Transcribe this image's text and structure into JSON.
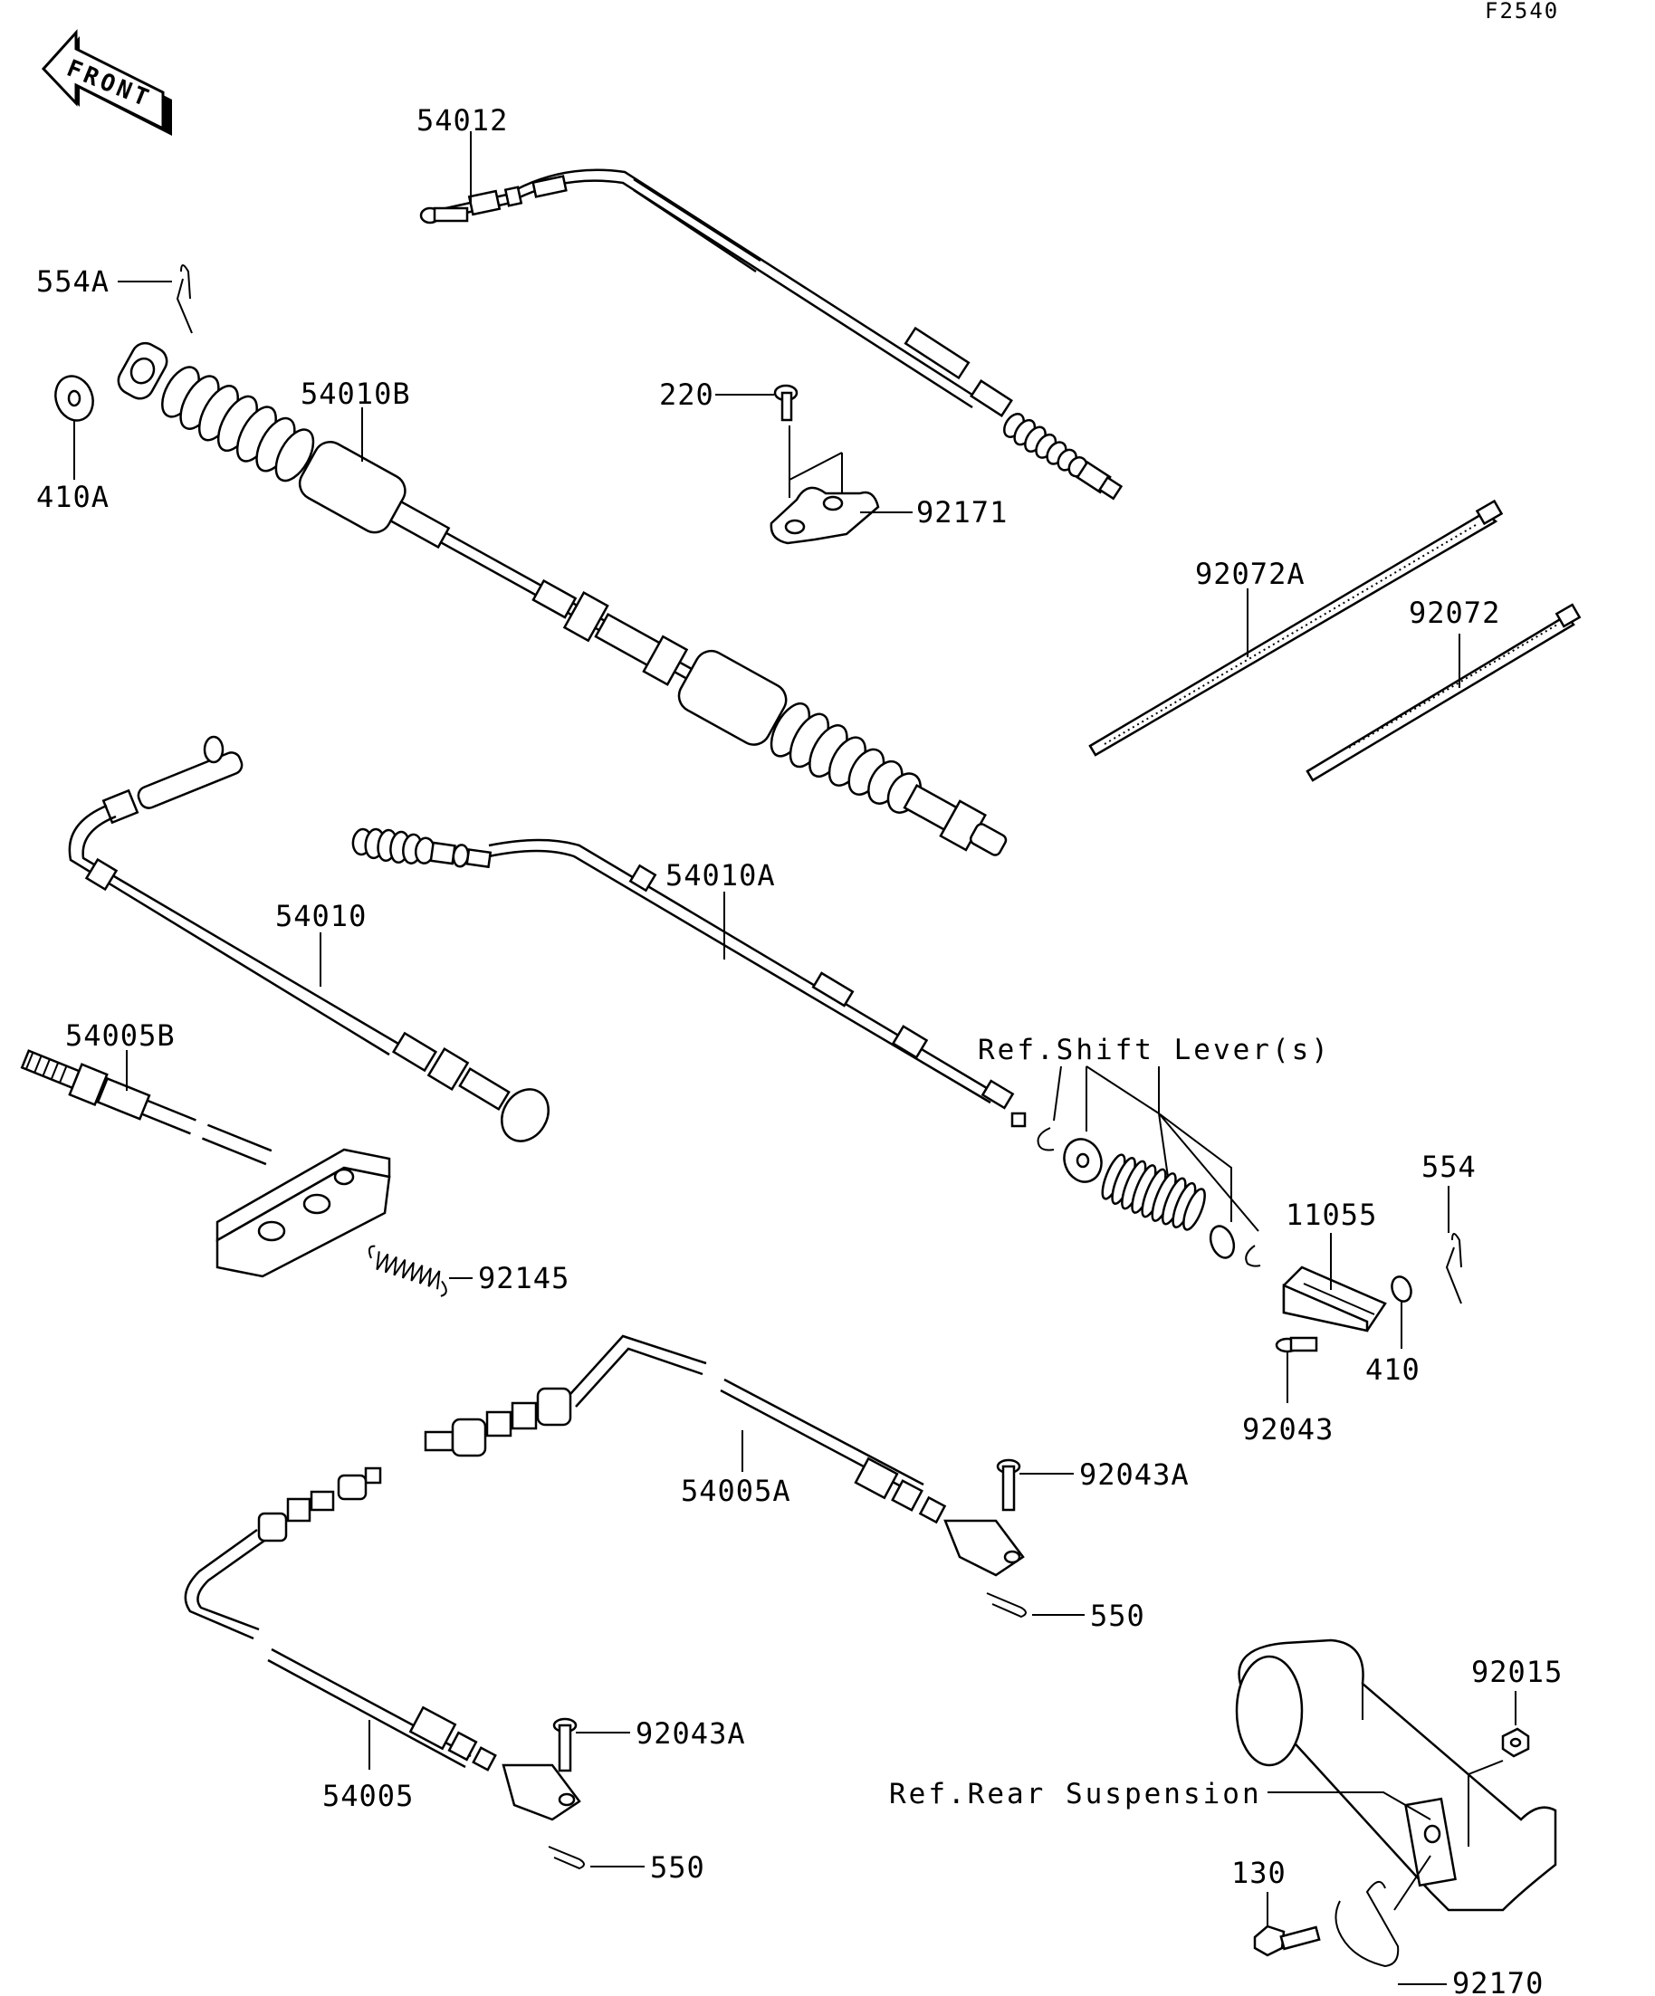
{
  "figure_code": "F2540",
  "front_indicator": "FRONT",
  "references": {
    "shift_lever": "Ref.Shift Lever(s)",
    "rear_suspension": "Ref.Rear Suspension"
  },
  "parts": [
    "54012",
    "554A",
    "410A",
    "54010B",
    "220",
    "92171",
    "92072A",
    "92072",
    "54010A",
    "54010",
    "54005B",
    "92145",
    "11055",
    "554",
    "410",
    "92043",
    "54005A",
    "92043A",
    "550",
    "54005",
    "92043A",
    "550",
    "92015",
    "130",
    "92170"
  ]
}
